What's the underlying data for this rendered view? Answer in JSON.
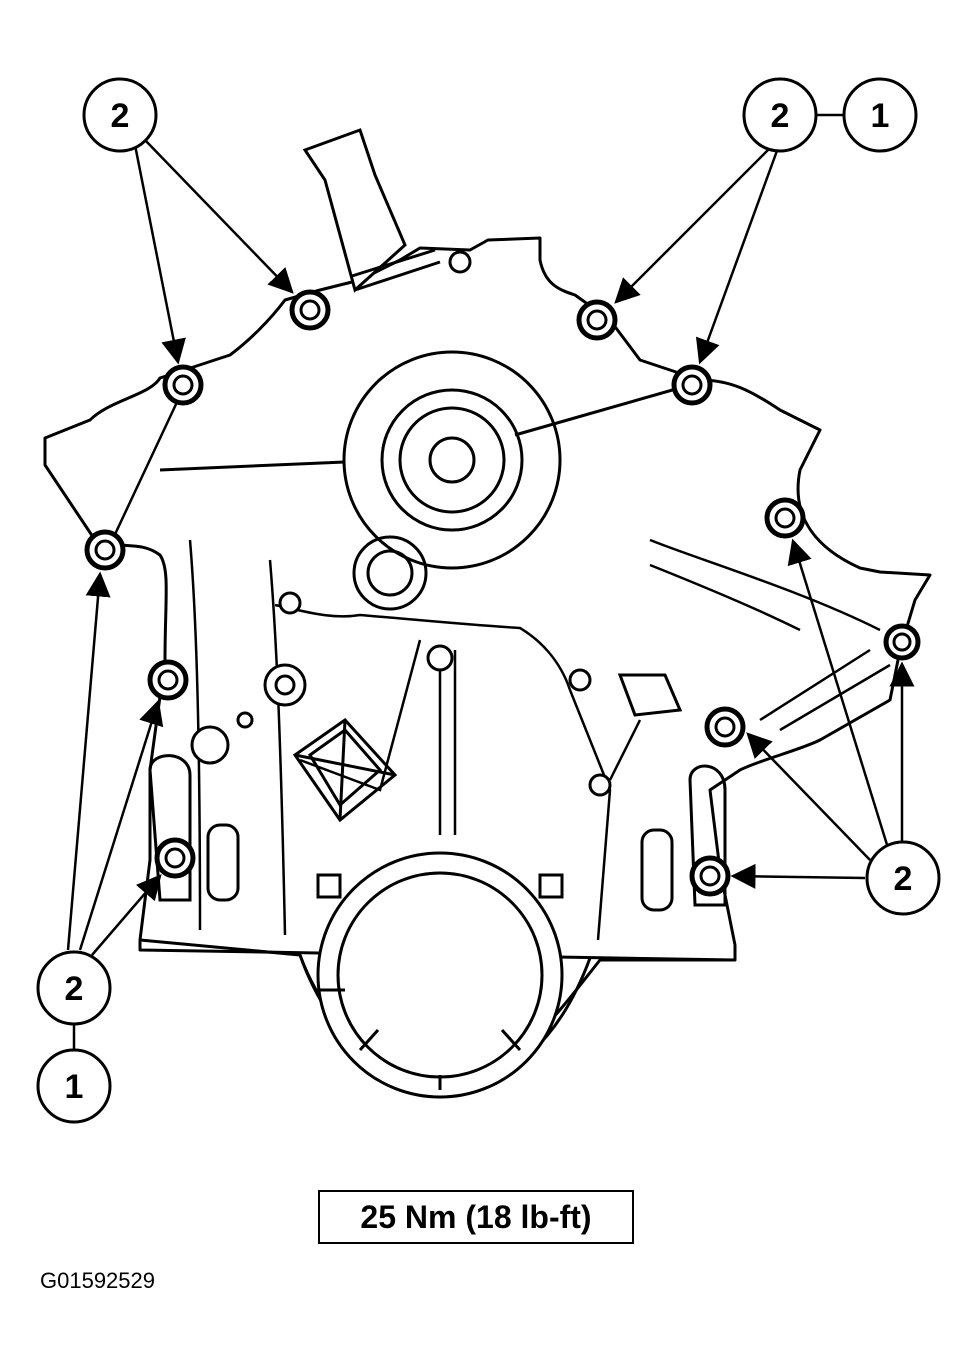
{
  "callouts": {
    "top_left_2": "2",
    "top_right_2": "2",
    "top_right_1": "1",
    "right_2": "2",
    "bottom_left_2": "2",
    "bottom_left_1": "1"
  },
  "torque_spec": "25 Nm (18 lb-ft)",
  "figure_id": "G01592529"
}
